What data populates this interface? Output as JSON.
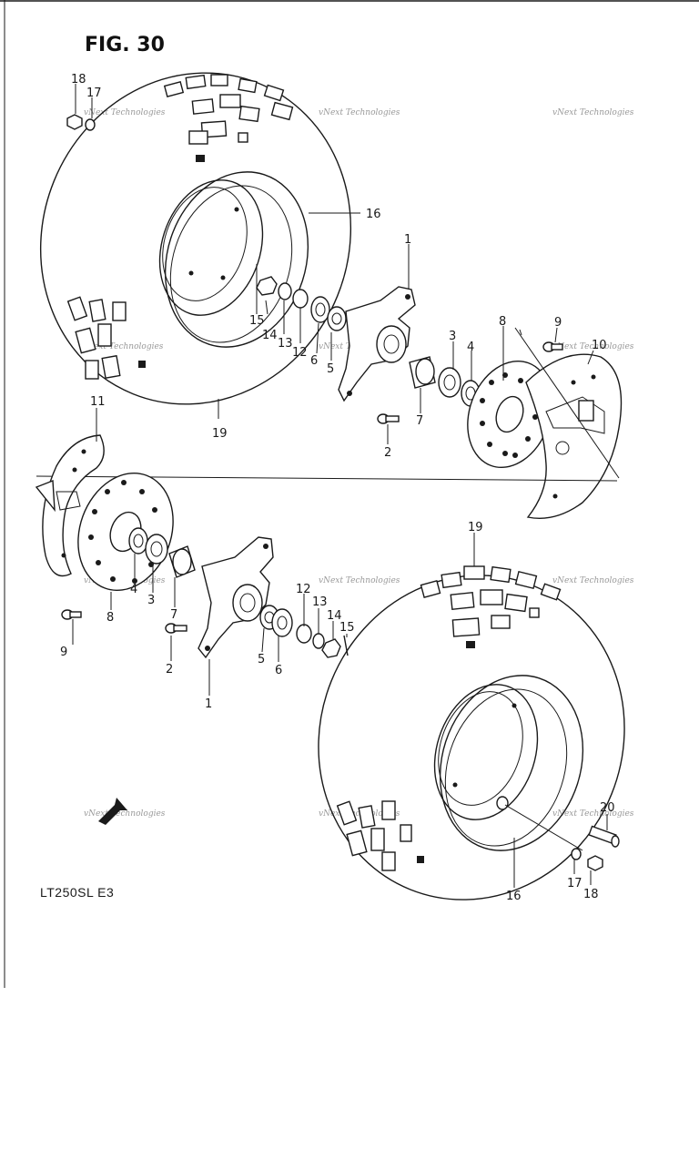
{
  "figure": {
    "title": "FIG. 30",
    "model": "LT250SL  E3"
  },
  "watermark": "vNext Technologies",
  "callouts": {
    "c1a": "1",
    "c2a": "2",
    "c3a": "3",
    "c4a": "4",
    "c5a": "5",
    "c6a": "6",
    "c7a": "7",
    "c8a": "8",
    "c9a": "9",
    "c10a": "10",
    "c12a": "12",
    "c13a": "13",
    "c14a": "14",
    "c15a": "15",
    "c16a": "16",
    "c17a": "17",
    "c18a": "18",
    "c19a": "19",
    "c1b": "1",
    "c2b": "2",
    "c3b": "3",
    "c4b": "4",
    "c5b": "5",
    "c6b": "6",
    "c7b": "7",
    "c8b": "8",
    "c9b": "9",
    "c11b": "11",
    "c12b": "12",
    "c13b": "13",
    "c14b": "14",
    "c15b": "15",
    "c16b": "16",
    "c17b": "17",
    "c18b": "18",
    "c19b": "19",
    "c20b": "20"
  }
}
